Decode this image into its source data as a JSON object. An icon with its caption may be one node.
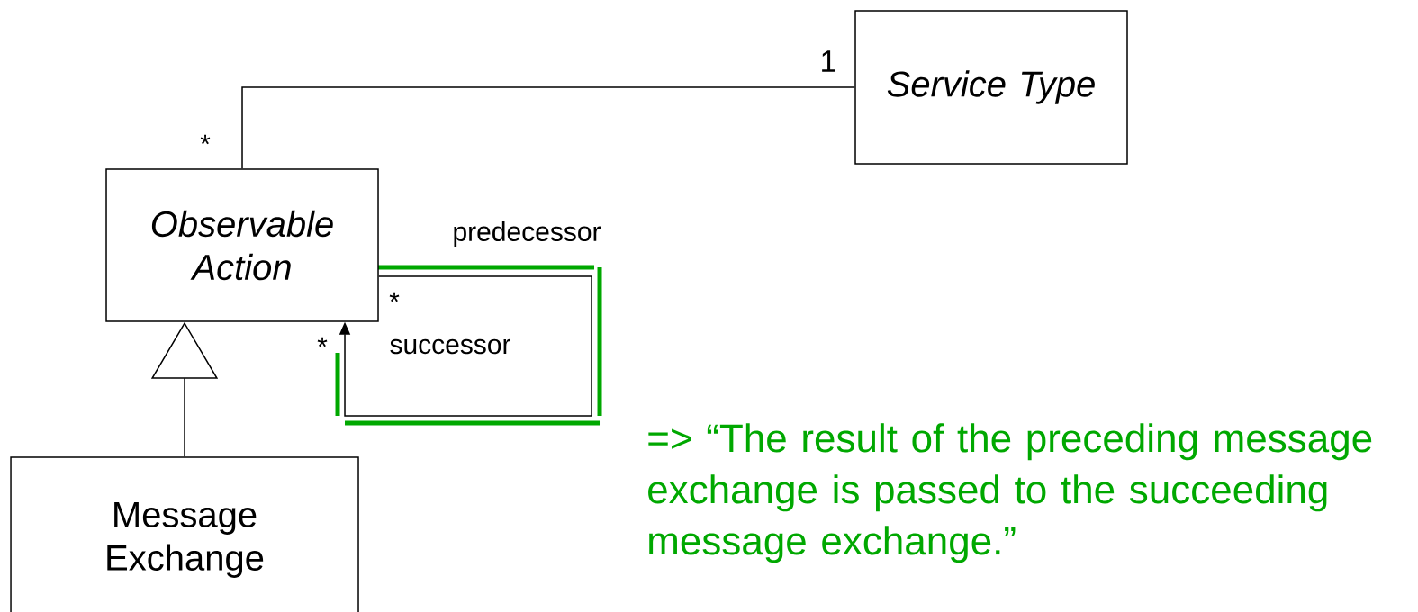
{
  "diagram": {
    "nodes": [
      {
        "text": [
          "Service Type"
        ]
      },
      {
        "text": [
          "Observable Action"
        ]
      },
      {
        "text": [
          "Message Exchange"
        ]
      }
    ],
    "edges": [
      {
        "from": 1,
        "to": 0,
        "arrow": "none"
      },
      {
        "from": 2,
        "to": 1,
        "arrow": "to"
      },
      {
        "from": 1,
        "to": 1,
        "arrow": "to"
      }
    ],
    "labels": [
      "1",
      "*",
      "predecessor",
      "*",
      "*",
      "successor",
      "=> “The result of the preceding message exchange is passed to the succeeding message exchange.”"
    ]
  }
}
